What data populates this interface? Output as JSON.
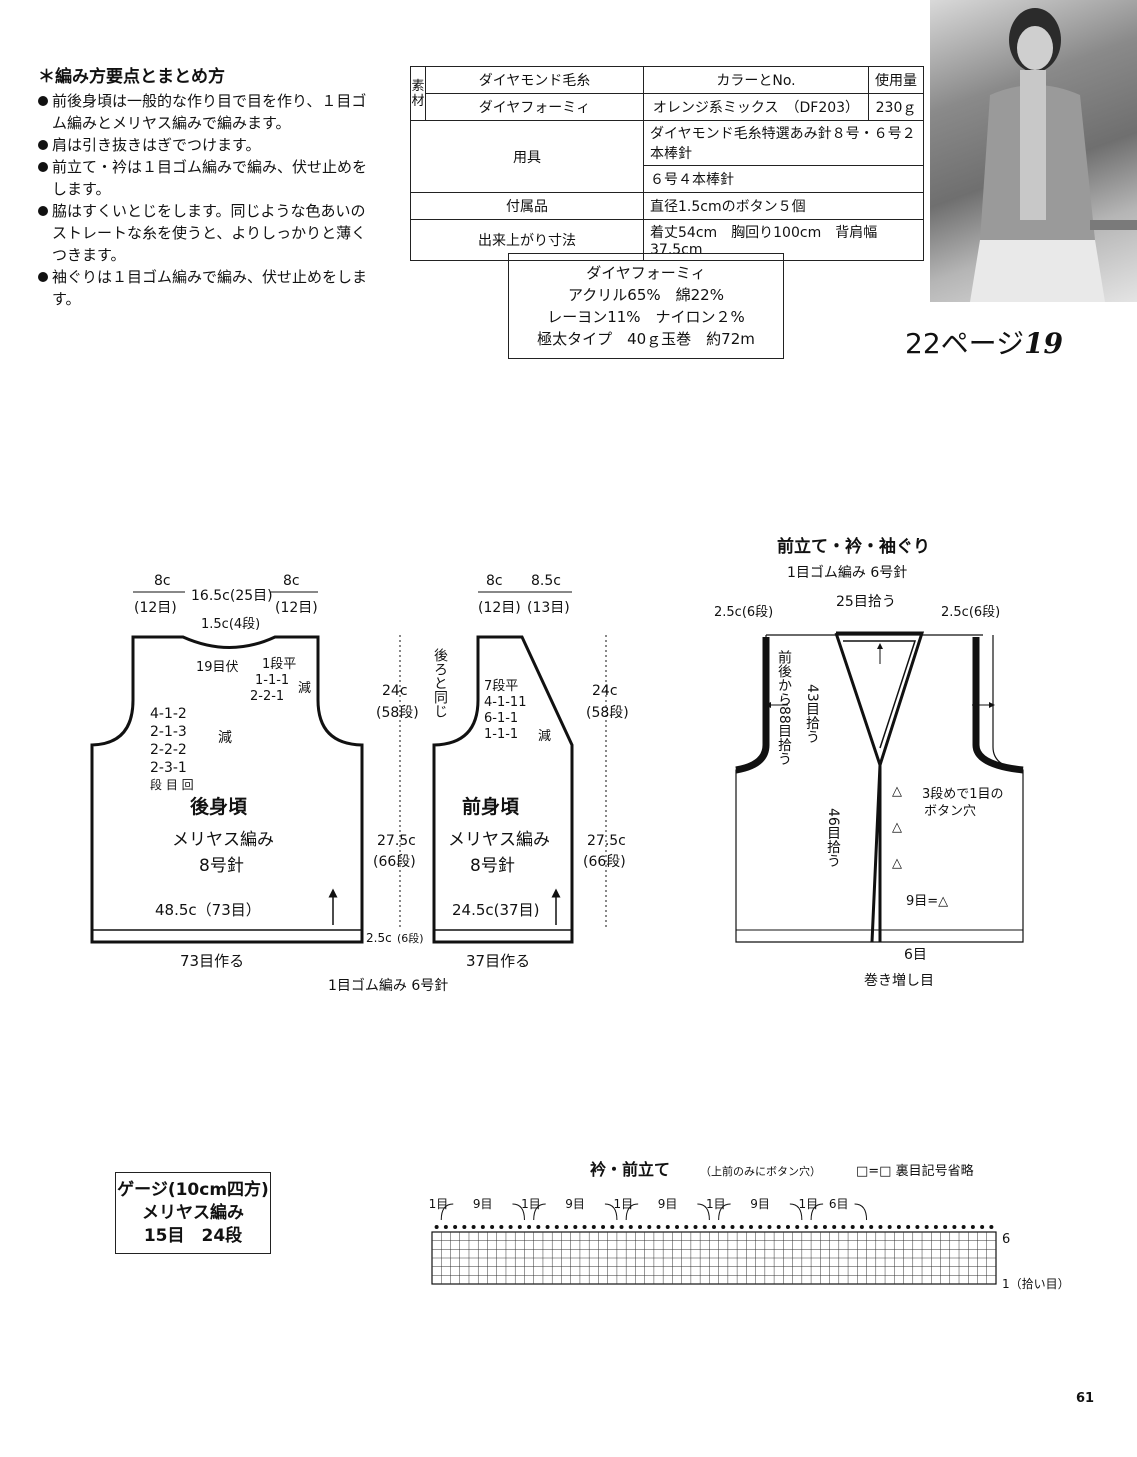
{
  "instructions": {
    "title": "＊編み方要点とまとめ方",
    "items": [
      "前後身頃は一般的な作り目で目を作り、１目ゴム編みとメリヤス編みで編みます。",
      "肩は引き抜きはぎでつけます。",
      "前立て・衿は１目ゴム編みで編み、伏せ止めをします。",
      "脇はすくいとじをします。同じような色あいのストレートな糸を使うと、よりしっかりと薄くつきます。",
      "袖ぐりは１目ゴム編みで編み、伏せ止めをします。"
    ]
  },
  "materials": {
    "side_label": "素材",
    "head_brand": "ダイヤモンド毛糸",
    "head_color": "カラーとNo.",
    "head_amount": "使用量",
    "yarn_name": "ダイヤフォーミィ",
    "yarn_color": "オレンジ系ミックス　（DF203）",
    "yarn_amount": "230ｇ",
    "tools_label": "用具",
    "tools_line1": "ダイヤモンド毛糸特選あみ針８号・６号２本棒針",
    "tools_line2": "６号４本棒針",
    "accessories_label": "付属品",
    "accessories_value": "直径1.5cmのボタン５個",
    "size_label": "出来上がり寸法",
    "size_value": "着丈54cm　胸回り100cm　背肩幅37.5cm"
  },
  "yarn_info": {
    "name": "ダイヤフォーミィ",
    "line1": "アクリル65%　綿22%",
    "line2": "レーヨン11%　ナイロン２%",
    "line3": "極太タイプ　40ｇ玉巻　約72m"
  },
  "photo": {
    "alt": "model-photo"
  },
  "page_ref": {
    "text": "22ページ",
    "num": "19"
  },
  "back_body": {
    "w1": "8c",
    "w1s": "(12目)",
    "w2": "16.5c(25目)",
    "w3": "8c",
    "w3s": "(12目)",
    "neck_depth": "1.5c(4段)",
    "neck_bind": "19目伏",
    "neck_dec1": "1段平",
    "neck_dec2": "1-1-1",
    "neck_dec3": "2-2-1",
    "neck_dec_label": "減",
    "arm1": "4-1-2",
    "arm2": "2-1-3",
    "arm3": "2-2-2",
    "arm4": "2-3-1",
    "arm_label": "減",
    "arm_note": "段 目 回",
    "title": "後身頃",
    "stitch": "メリヤス編み",
    "needle": "8号針",
    "width": "48.5c（73目）",
    "cast_on": "73目作る"
  },
  "front_body": {
    "w1": "8c",
    "w1s": "(12目)",
    "w2": "8.5c",
    "w2s": "(13目)",
    "same_as_back": "後ろと同じ",
    "dec1": "7段平",
    "dec2": "4-1-11",
    "dec3": "6-1-1",
    "dec4": "1-1-1",
    "dec_label": "減",
    "title": "前身頃",
    "stitch": "メリヤス編み",
    "needle": "8号針",
    "width": "24.5c(37目)",
    "cast_on": "37目作る"
  },
  "dims": {
    "upper": "24c",
    "upper_s": "(58段)",
    "lower": "27.5c",
    "lower_s": "(66段)",
    "rib": "2.5c",
    "rib_s": "(6段)",
    "rib_stitch": "1目ゴム編み 6号針"
  },
  "band": {
    "title": "前立て・衿・袖ぐり",
    "subtitle": "1目ゴム編み 6号針",
    "arm_rows_left": "2.5c(6段)",
    "arm_rows_right": "2.5c(6段)",
    "back_neck": "25目拾う",
    "front_v": "43目拾う",
    "armhole": "前後から88目拾う",
    "front_lower": "46目拾う",
    "buttonhole": "3段めで1目の",
    "buttonhole2": "ボタン穴",
    "interval": "9目=△",
    "cast_extra": "6目",
    "cast_extra2": "巻き増し目",
    "triangle": "△"
  },
  "chart": {
    "title": "衿・前立て",
    "note": "（上前のみにボタン穴）",
    "legend": "□=□ 裏目記号省略",
    "labels": [
      "1目",
      "9目",
      "1目",
      "9目",
      "1目",
      "9目",
      "1目",
      "9目",
      "1目",
      "6目"
    ],
    "row_top": "6",
    "row_bottom": "1（拾い目）",
    "cols": 61,
    "rows": 6
  },
  "gauge": {
    "title": "ゲージ(10cm四方)",
    "stitch": "メリヤス編み",
    "count": "15目　24段"
  },
  "page_number": "61"
}
